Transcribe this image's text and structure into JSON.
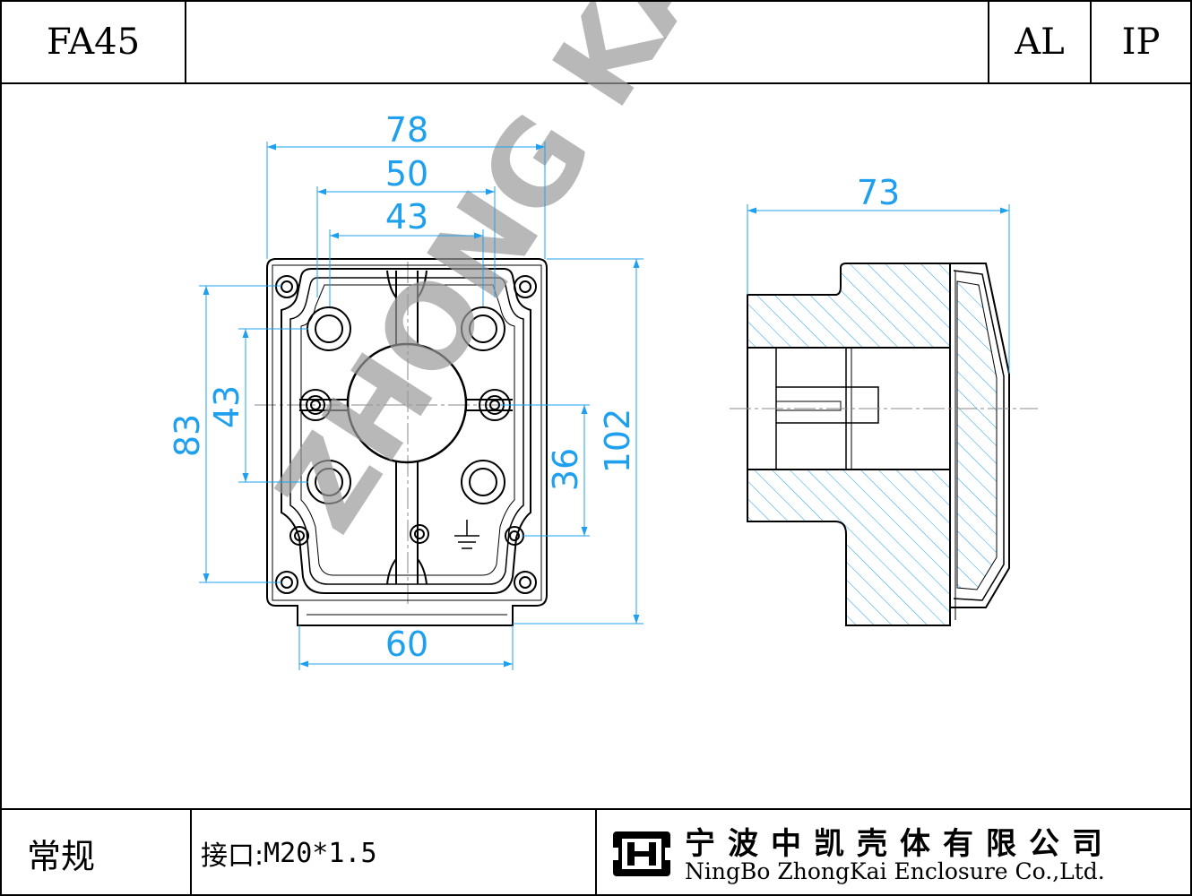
{
  "header": {
    "model": "FA45",
    "material": "AL",
    "protection": "IP"
  },
  "dimensions": {
    "overall_width": "78",
    "inner_width": "50",
    "hole_spacing_x": "43",
    "overall_height": "102",
    "mount_spacing_y": "83",
    "hole_spacing_y": "43",
    "offset_y": "36",
    "base_width": "60",
    "depth": "73"
  },
  "watermark": "ZHONG KAI",
  "footer": {
    "type": "常规",
    "port_label": "接口:",
    "port_value": "M20*1.5",
    "company_cn": "宁波中凯壳体有限公司",
    "company_en": "NingBo ZhongKai Enclosure Co.,Ltd."
  },
  "colors": {
    "dimension": "#1ea0ee",
    "outline": "#000000",
    "watermark": "#9a9a9a"
  }
}
